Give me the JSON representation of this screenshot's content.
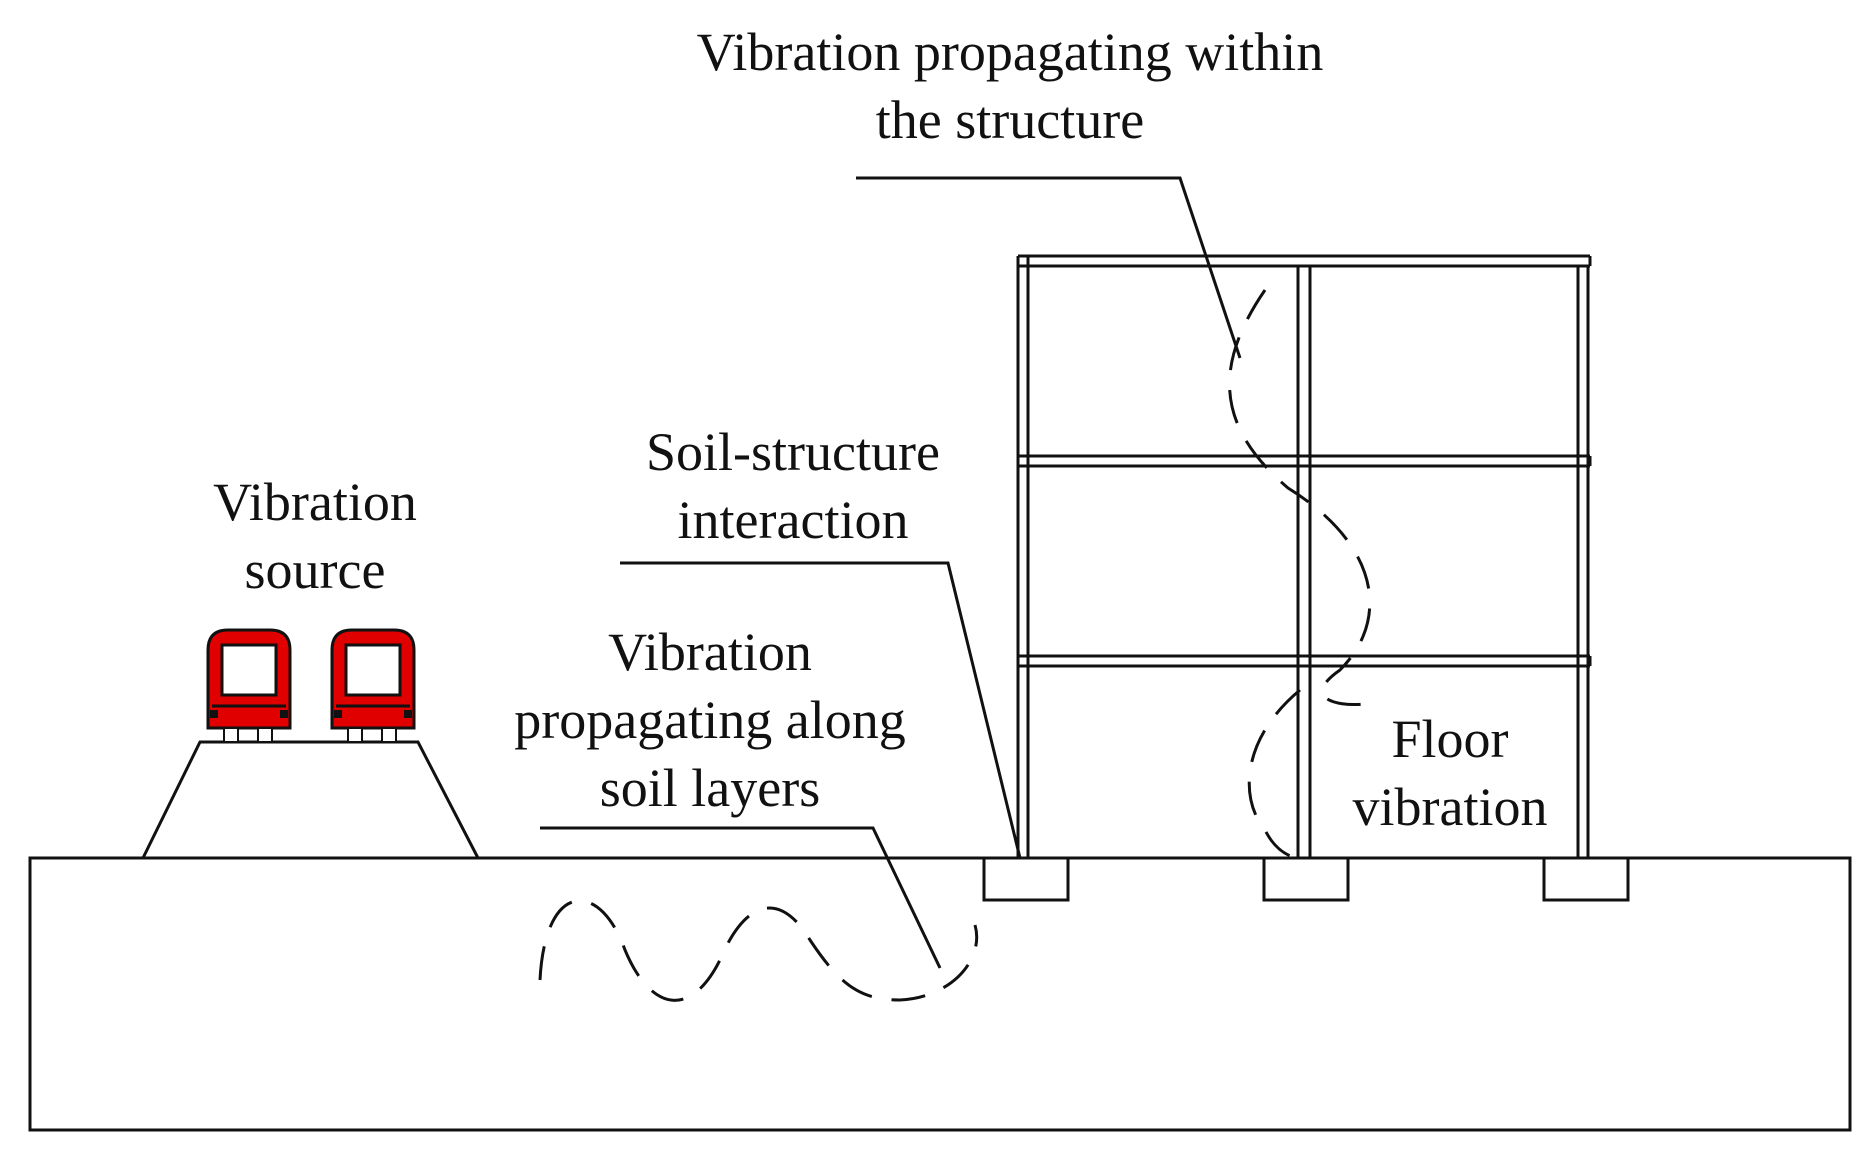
{
  "labels": {
    "structure_propagation": [
      "Vibration propagating within",
      "the structure"
    ],
    "source": [
      "Vibration",
      "source"
    ],
    "soil_structure": [
      "Soil-structure",
      "interaction"
    ],
    "soil_propagation": [
      "Vibration",
      "propagating along",
      "soil layers"
    ],
    "floor": [
      "Floor",
      "vibration"
    ]
  },
  "colors": {
    "line": "#111111",
    "train_body": "#e00000",
    "train_window": "#ffffff"
  },
  "building": {
    "storeys": 3,
    "bays": 2
  },
  "trains": {
    "count": 2
  }
}
